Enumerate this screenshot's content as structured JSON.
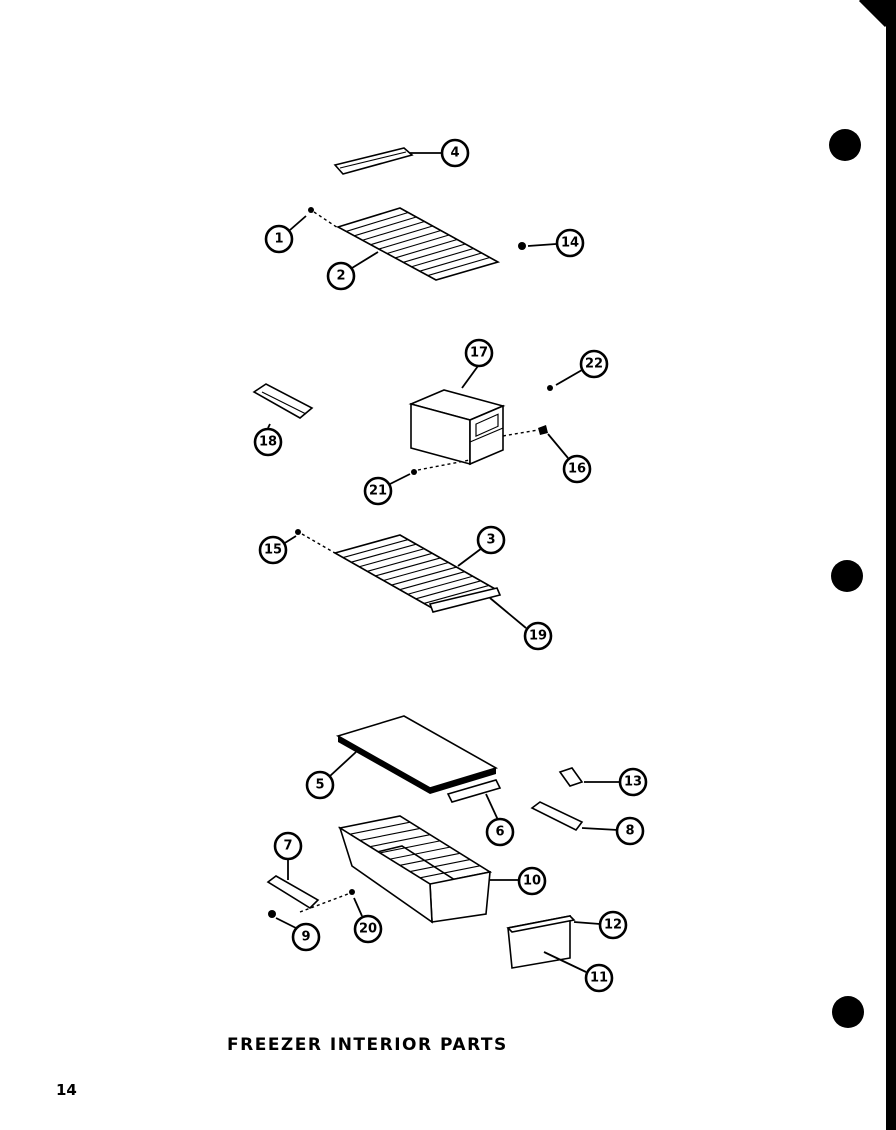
{
  "caption": "FREEZER INTERIOR PARTS",
  "page_number": "14",
  "callouts": [
    "1",
    "2",
    "3",
    "4",
    "5",
    "6",
    "7",
    "8",
    "9",
    "10",
    "11",
    "12",
    "13",
    "14",
    "15",
    "16",
    "17",
    "18",
    "19",
    "20",
    "21",
    "22"
  ]
}
